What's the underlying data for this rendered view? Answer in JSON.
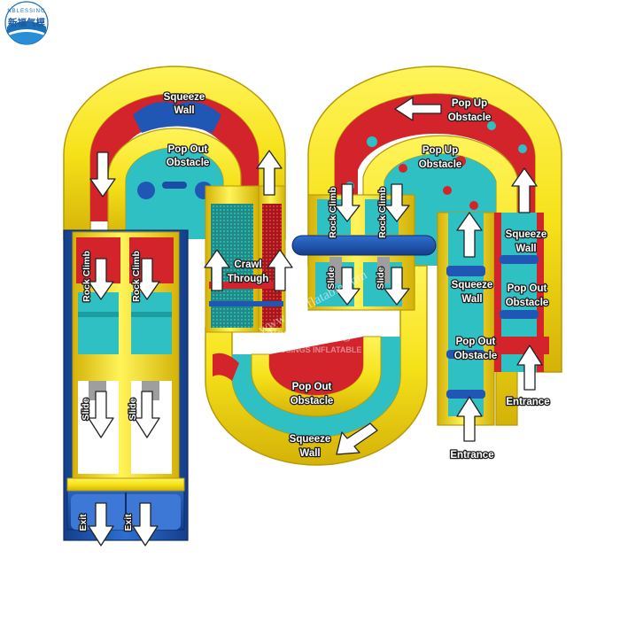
{
  "logo": {
    "brand_en": "NBLESSING",
    "brand_cn": "新福气模"
  },
  "watermark": {
    "url": "www.nbinflatable.com",
    "name": "New Blessing",
    "tagline": "BLUE BLESSINGS INFLATABLE"
  },
  "labels": {
    "squeeze_wall_top": [
      "Squeeze",
      "Wall"
    ],
    "pop_out_obstacle_top": [
      "Pop Out",
      "Obstacle"
    ],
    "pop_up_obstacle_top": [
      "Pop Up",
      "Obstacle"
    ],
    "pop_up_obstacle_inner": [
      "Pop Up",
      "Obstacle"
    ],
    "rock_climb_left_1": "Rock Climb",
    "rock_climb_left_2": "Rock Climb",
    "rock_climb_mid_1": "Rock Climb",
    "rock_climb_mid_2": "Rock Climb",
    "crawl_through": [
      "Crawl",
      "Through"
    ],
    "slide_mid_1": "Slide",
    "slide_mid_2": "Slide",
    "slide_left_1": "Slide",
    "slide_left_2": "Slide",
    "squeeze_wall_right_outer": [
      "Squeeze",
      "Wall"
    ],
    "squeeze_wall_right_inner": [
      "Squeeze",
      "Wall"
    ],
    "pop_out_obstacle_right": [
      "Pop Out",
      "Obstacle"
    ],
    "pop_out_obstacle_right_inner": [
      "Pop Out",
      "Obstacle"
    ],
    "pop_out_obstacle_bottom": [
      "Pop Out",
      "Obstacle"
    ],
    "squeeze_wall_bottom": [
      "Squeeze",
      "Wall"
    ],
    "entrance_right": "Entrance",
    "entrance_bottom": "Entrance",
    "exit_1": "Exit",
    "exit_2": "Exit"
  },
  "colors": {
    "yellow": "#f6e21a",
    "yellow_dark": "#d8b90c",
    "red": "#d3242b",
    "teal": "#2fc0c4",
    "blue": "#2057b4",
    "blue_dark": "#143e8c",
    "grey": "#9e9e9e"
  }
}
